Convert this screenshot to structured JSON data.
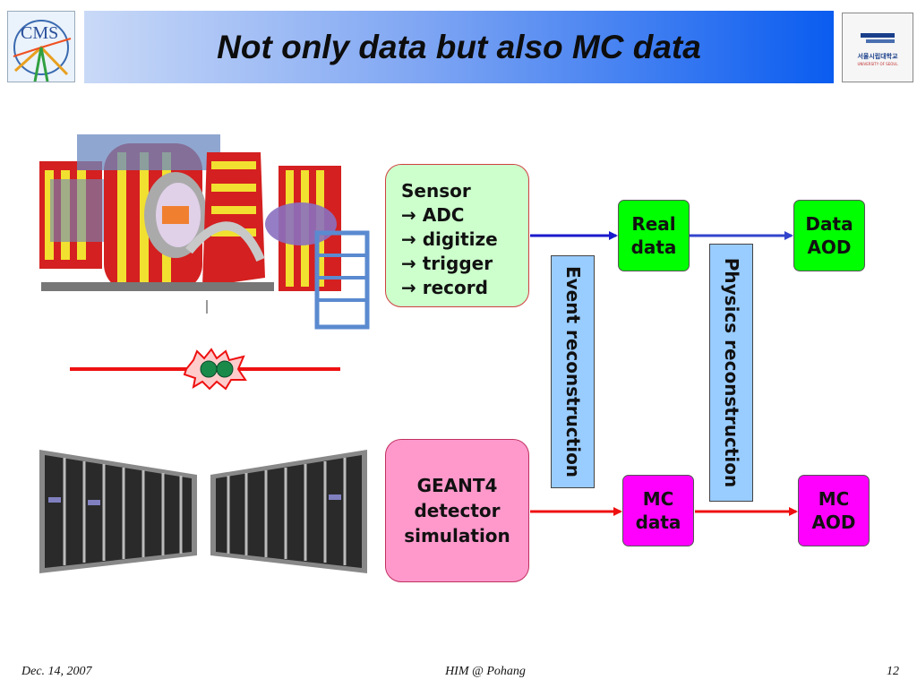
{
  "header": {
    "title": "Not only data but also MC data",
    "cms_logo_text": "CMS",
    "university_logo_text": "서울시립대학교",
    "university_logo_subtext": "UNIVERSITY OF SEOUL"
  },
  "diagram": {
    "sensor": {
      "line1": "Sensor",
      "line2": "→ ADC",
      "line3": "→ digitize",
      "line4": "→ trigger",
      "line5": "→ record"
    },
    "geant": {
      "line1": "GEANT4",
      "line2": "detector",
      "line3": "simulation"
    },
    "real_data": {
      "line1": "Real",
      "line2": "data"
    },
    "data_aod": {
      "line1": "Data",
      "line2": "AOD"
    },
    "mc_data": {
      "line1": "MC",
      "line2": "data"
    },
    "mc_aod": {
      "line1": "MC",
      "line2": "AOD"
    },
    "event_reconstruction": "Event reconstruction",
    "physics_reconstruction": "Physics reconstruction",
    "colors": {
      "data_arrow": "#1a1acc",
      "physics_arrow": "#3344cc",
      "mc_arrow": "#ee1111",
      "beam": "#ee1111"
    }
  },
  "footer": {
    "date": "Dec. 14, 2007",
    "center": "HIM @ Pohang",
    "page": "12"
  }
}
